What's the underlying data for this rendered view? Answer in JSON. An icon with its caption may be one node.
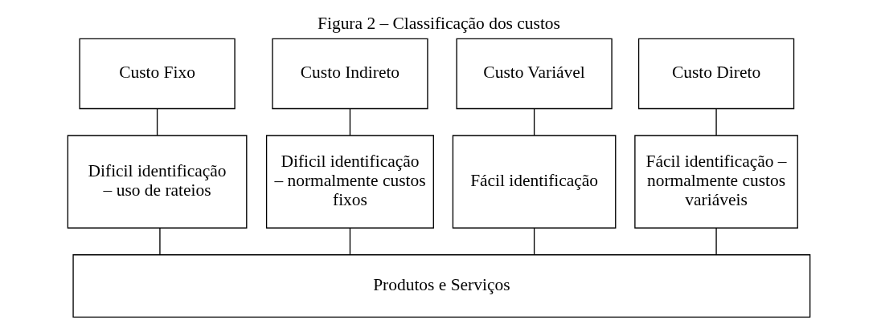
{
  "diagram": {
    "title": "Figura 2 – Classificação dos custos",
    "nodes": [
      {
        "text": [
          "Custo Fixo"
        ]
      },
      {
        "text": [
          "Custo Indireto"
        ]
      },
      {
        "text": [
          "Custo Variável"
        ]
      },
      {
        "text": [
          "Custo Direto"
        ]
      },
      {
        "text": [
          "Dificil identificação – uso de rateios"
        ]
      },
      {
        "text": [
          "Dificil identificação – normalmente custos fixos"
        ]
      },
      {
        "text": [
          "Fácil identificação"
        ]
      },
      {
        "text": [
          "Fácil identificação – normalmente custos variáveis"
        ]
      },
      {
        "text": [
          "Produtos e Serviços"
        ]
      }
    ],
    "edges": [
      {
        "from": 0,
        "to": 4,
        "arrow": "none"
      },
      {
        "from": 1,
        "to": 5,
        "arrow": "none"
      },
      {
        "from": 2,
        "to": 6,
        "arrow": "none"
      },
      {
        "from": 3,
        "to": 7,
        "arrow": "none"
      },
      {
        "from": 4,
        "to": 8,
        "arrow": "none"
      },
      {
        "from": 5,
        "to": 8,
        "arrow": "none"
      },
      {
        "from": 6,
        "to": 8,
        "arrow": "none"
      },
      {
        "from": 7,
        "to": 8,
        "arrow": "none"
      }
    ]
  }
}
